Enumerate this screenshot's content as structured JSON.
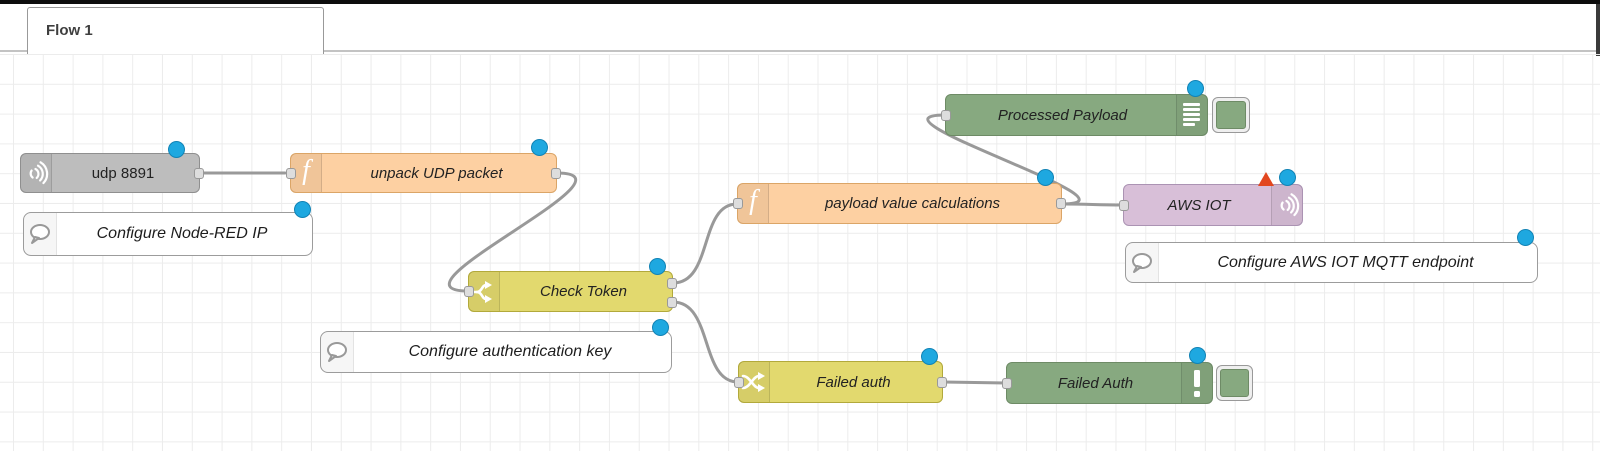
{
  "window": {
    "tab_label": "Flow 1"
  },
  "palette": {
    "changed_dot_color": "#1ea8e0",
    "error_triangle_color": "#e2471f",
    "wire_color": "#999999",
    "grid_line_color": "#ececec",
    "port_fill": "#dddddd",
    "udp_color": "#bdbdbd",
    "function_color": "#fdd0a2",
    "switch_color": "#e2d96e",
    "debug_color": "#87a980",
    "mqtt_color": "#d8bfd8",
    "comment_color": "#ffffff"
  },
  "nodes": {
    "udp_in": {
      "label": "udp 8891",
      "type": "udp in",
      "icon": "radio-waves-icon",
      "changed": true
    },
    "comment_ip": {
      "label": "Configure Node-RED IP",
      "type": "comment",
      "icon": "speech-bubble-icon",
      "changed": true
    },
    "unpack": {
      "label": "unpack UDP packet",
      "type": "function",
      "icon": "function-icon",
      "changed": true
    },
    "check_token": {
      "label": "Check Token",
      "type": "switch",
      "icon": "branch-icon",
      "outputs": 2,
      "changed": true
    },
    "comment_auth": {
      "label": "Configure authentication key",
      "type": "comment",
      "icon": "speech-bubble-icon",
      "changed": true
    },
    "payload_calc": {
      "label": "payload value calculations",
      "type": "function",
      "icon": "function-icon",
      "changed": true
    },
    "processed_payload": {
      "label": "Processed Payload",
      "type": "debug",
      "icon": "debug-list-icon",
      "button": true,
      "changed": true
    },
    "aws_iot": {
      "label": "AWS IOT",
      "type": "mqtt out",
      "icon": "radio-waves-icon",
      "changed": true,
      "error": true
    },
    "comment_aws": {
      "label": "Configure AWS IOT MQTT endpoint",
      "type": "comment",
      "icon": "speech-bubble-icon",
      "changed": true
    },
    "failed_auth_change": {
      "label": "Failed auth",
      "type": "change",
      "icon": "shuffle-icon",
      "changed": true
    },
    "failed_auth_debug": {
      "label": "Failed Auth",
      "type": "debug",
      "icon": "exclamation-icon",
      "button": true,
      "changed": true
    }
  },
  "wires": [
    {
      "from": "udp_in",
      "to": "unpack"
    },
    {
      "from": "unpack",
      "to": "check_token"
    },
    {
      "from": "check_token:output1",
      "to": "payload_calc"
    },
    {
      "from": "check_token:output2",
      "to": "failed_auth_change"
    },
    {
      "from": "payload_calc",
      "to": "processed_payload"
    },
    {
      "from": "payload_calc",
      "to": "aws_iot"
    },
    {
      "from": "failed_auth_change",
      "to": "failed_auth_debug"
    }
  ]
}
